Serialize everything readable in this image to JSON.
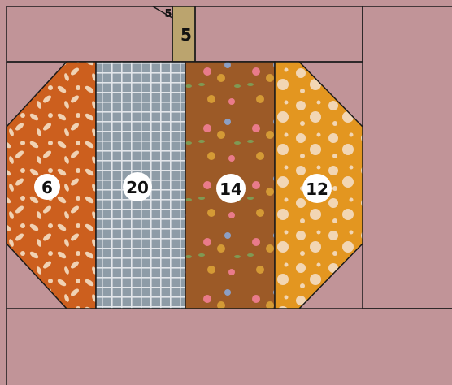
{
  "colors": {
    "background": "#c19498",
    "outline": "#1a1a1a",
    "stem": "#bba46e",
    "orange_floral": "#cc5f1e",
    "orange_floral_print": "#f0d2b4",
    "blue_grid": "#8e9ca7",
    "blue_grid_lines": "#e3e6ea",
    "brown_floral": "#9c5a27",
    "mustard_floral": "#e39620",
    "mustard_floral_print": "#f2d6b4",
    "label_circle": "#ffffff"
  },
  "patch_labels": {
    "stem_small": "5",
    "stem": "5",
    "left_orange": "6",
    "blue_grid": "20",
    "brown_floral": "14",
    "right_mustard": "12"
  }
}
